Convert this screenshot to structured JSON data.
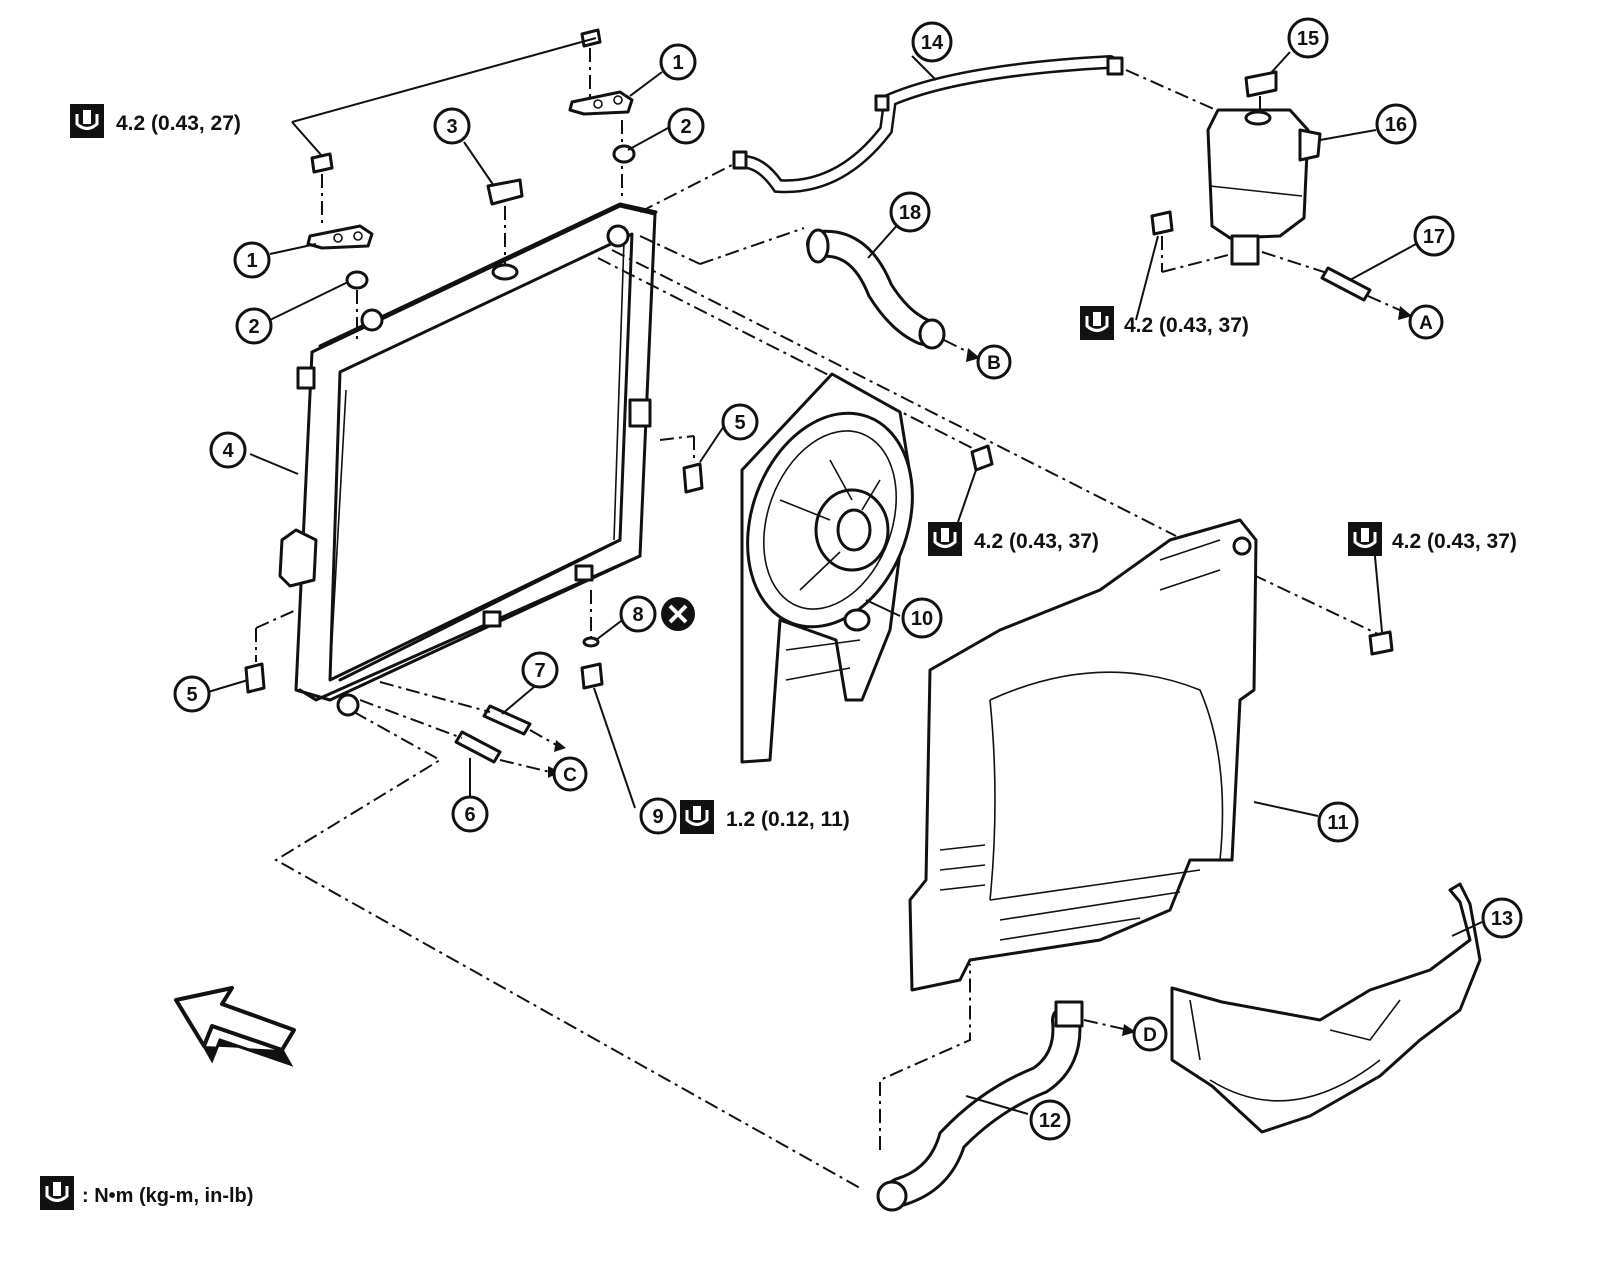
{
  "callouts": {
    "c1": "1",
    "c2": "2",
    "c3": "3",
    "c4": "4",
    "c5": "5",
    "c6": "6",
    "c7": "7",
    "c8": "8",
    "c9": "9",
    "c10": "10",
    "c11": "11",
    "c12": "12",
    "c13": "13",
    "c14": "14",
    "c15": "15",
    "c16": "16",
    "c17": "17",
    "c18": "18"
  },
  "connectors": {
    "A": "A",
    "B": "B",
    "C": "C",
    "D": "D"
  },
  "torque": {
    "bracket_bolts": "4.2 (0.43, 27)",
    "reservoir_bolt": "4.2 (0.43, 37)",
    "fan_bolt": "4.2 (0.43, 37)",
    "shroud_bolt": "4.2 (0.43, 37)",
    "drain_plug": "1.2 (0.12, 11)"
  },
  "legend": {
    "units": ": N•m (kg-m, in-lb)"
  },
  "icons": {
    "torque_icon": "torque-wrench-icon",
    "not_reusable_icon": "x-mark-icon",
    "front_arrow": "front-direction-arrow"
  }
}
